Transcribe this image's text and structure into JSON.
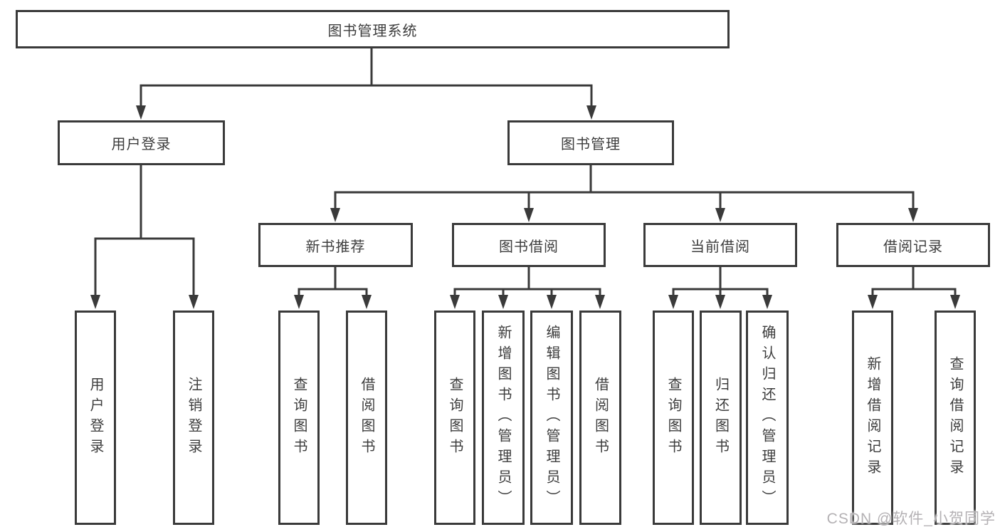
{
  "colors": {
    "line": "#3a3a3a",
    "text": "#3d3d3d",
    "background": "#ffffff",
    "watermark": "#b4b1b4"
  },
  "root": {
    "label": "图书管理系统"
  },
  "level2": {
    "user_login": {
      "label": "用户登录"
    },
    "book_management": {
      "label": "图书管理"
    }
  },
  "level3": {
    "new_book_recommend": {
      "label": "新书推荐"
    },
    "book_borrow": {
      "label": "图书借阅"
    },
    "current_borrow": {
      "label": "当前借阅"
    },
    "borrow_records": {
      "label": "借阅记录"
    }
  },
  "leaves": {
    "user_login": {
      "label": "用户登录"
    },
    "logout": {
      "label": "注销登录"
    },
    "recommend_query": {
      "label": "查询图书"
    },
    "recommend_borrow": {
      "label": "借阅图书"
    },
    "borrow_query": {
      "label": "查询图书"
    },
    "borrow_add": {
      "label": "新增图书（管理员）"
    },
    "borrow_edit": {
      "label": "编辑图书（管理员）"
    },
    "borrow_borrow": {
      "label": "借阅图书"
    },
    "current_query": {
      "label": "查询图书"
    },
    "current_return": {
      "label": "归还图书"
    },
    "current_confirm": {
      "label": "确认归还（管理员）"
    },
    "records_add": {
      "label": "新增借阅记录"
    },
    "records_query": {
      "label": "查询借阅记录"
    }
  },
  "watermark": {
    "text": "CSDN @软件_小贺同学"
  }
}
